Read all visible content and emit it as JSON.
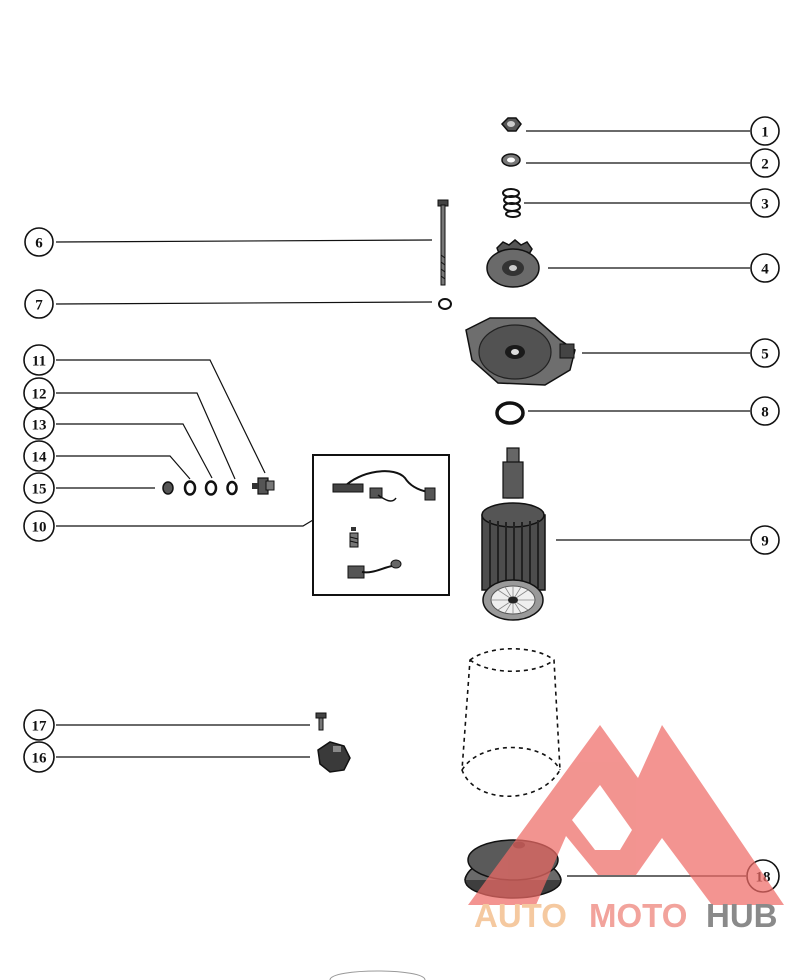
{
  "callouts": {
    "c1": "1",
    "c2": "2",
    "c3": "3",
    "c4": "4",
    "c5": "5",
    "c6": "6",
    "c7": "7",
    "c8": "8",
    "c9": "9",
    "c10": "10",
    "c11": "11",
    "c12": "12",
    "c13": "13",
    "c14": "14",
    "c15": "15",
    "c16": "16",
    "c17": "17",
    "c18": "18"
  },
  "watermark": {
    "part1": "AUTO",
    "part2": "MOTO",
    "part3": "HUB",
    "colors": {
      "auto": "#f5c9a0",
      "moto": "#f2a39c",
      "hub": "#8a8a8a",
      "logo": "#ee6b66"
    }
  }
}
